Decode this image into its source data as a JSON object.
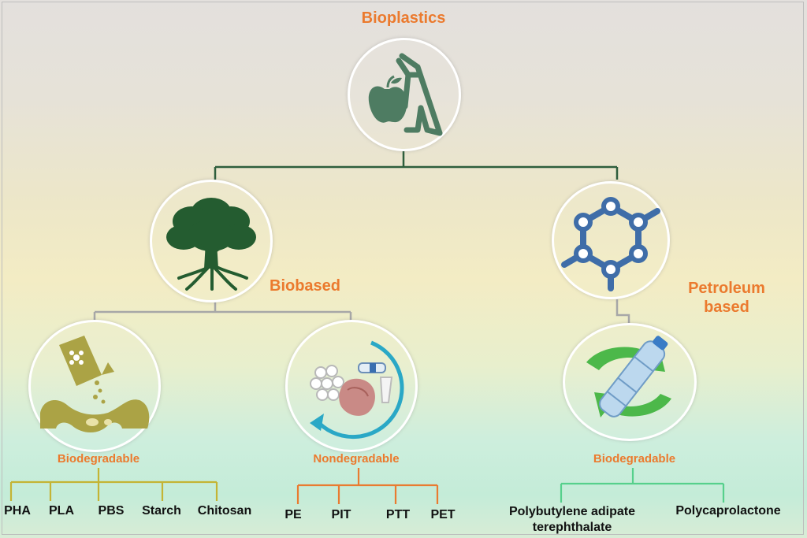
{
  "root": {
    "label": "Bioplastics"
  },
  "branches": {
    "biobased": {
      "label": "Biobased",
      "children": {
        "biodegradable": {
          "label": "Biodegradable",
          "items": [
            "PHA",
            "PLA",
            "PBS",
            "Starch",
            "Chitosan"
          ]
        },
        "nondegradable": {
          "label": "Nondegradable",
          "items": [
            "PE",
            "PIT",
            "PTT",
            "PET"
          ]
        }
      }
    },
    "petroleum": {
      "label_line1": "Petroleum",
      "label_line2": "based",
      "children": {
        "biodegradable": {
          "label": "Biodegradable",
          "items": [
            "Polybutylene adipate",
            "terephthalate",
            "Polycaprolactone"
          ]
        }
      }
    }
  },
  "colors": {
    "label_orange": "#eb7a2e",
    "main_line": "#2e5e3c",
    "grey_line": "#a7a7a7",
    "yellow_line": "#c4b434",
    "orange_line": "#e97b30",
    "green_line": "#56d08c"
  },
  "icons": [
    "apple-bag-icon",
    "tree-icon",
    "molecule-icon",
    "compost-icon",
    "recycle-waste-icon",
    "bottle-recycle-icon"
  ]
}
